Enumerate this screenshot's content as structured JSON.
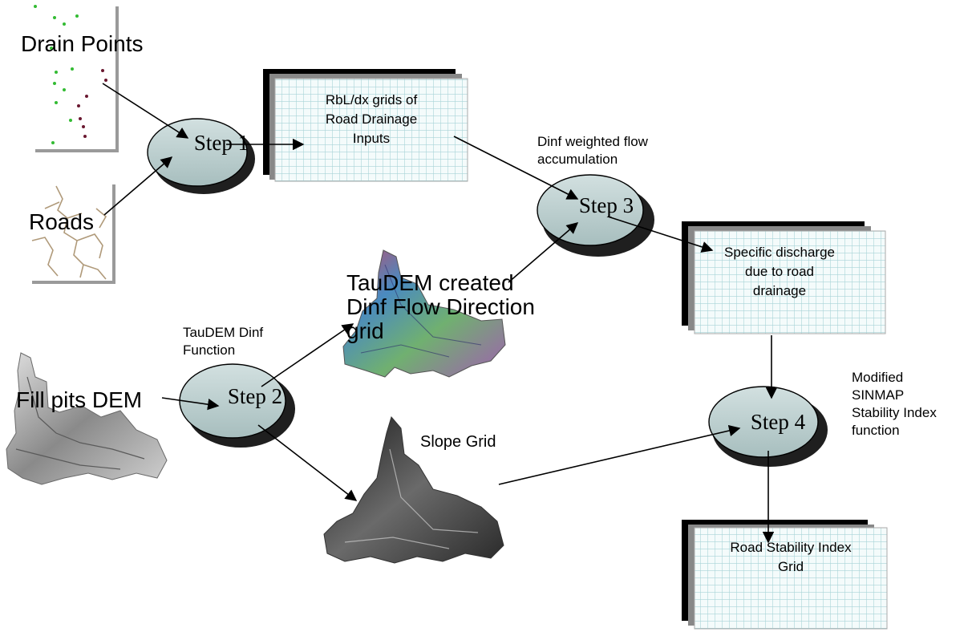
{
  "diagram": {
    "steps": [
      {
        "id": "step1",
        "label": "Step 1"
      },
      {
        "id": "step2",
        "label": "Step 2"
      },
      {
        "id": "step3",
        "label": "Step 3"
      },
      {
        "id": "step4",
        "label": "Step 4"
      }
    ],
    "grid_boxes": {
      "rbl_dx": [
        "RbL/dx grids of",
        "Road Drainage",
        "Inputs"
      ],
      "specific_discharge": [
        "Specific discharge",
        "due to road",
        "drainage"
      ],
      "road_stability": [
        "Road Stability Index",
        "Grid"
      ]
    },
    "input_labels": {
      "drain_points": "Drain Points",
      "roads": "Roads",
      "fill_pits_dem": "Fill pits DEM",
      "taudem_flow_direction": "TauDEM created\nDinf Flow Direction\ngrid",
      "slope_grid": "Slope Grid"
    },
    "process_labels": {
      "dinf_weighted": "Dinf weighted flow\naccumulation",
      "taudem_dinf_function": "TauDEM Dinf\nFunction",
      "modified_sinmap": "Modified\nSINMAP\nStability Index\nfunction"
    },
    "colors": {
      "ellipse_fill": "#bccfcf",
      "ellipse_shadow": "#1f1f1f",
      "grid_line": "#a9d4d8",
      "grid_fill": "#f4fbfb",
      "panel_shadow": "#808080",
      "drain_green": "#33bb33",
      "drain_maroon": "#6a1830"
    }
  }
}
